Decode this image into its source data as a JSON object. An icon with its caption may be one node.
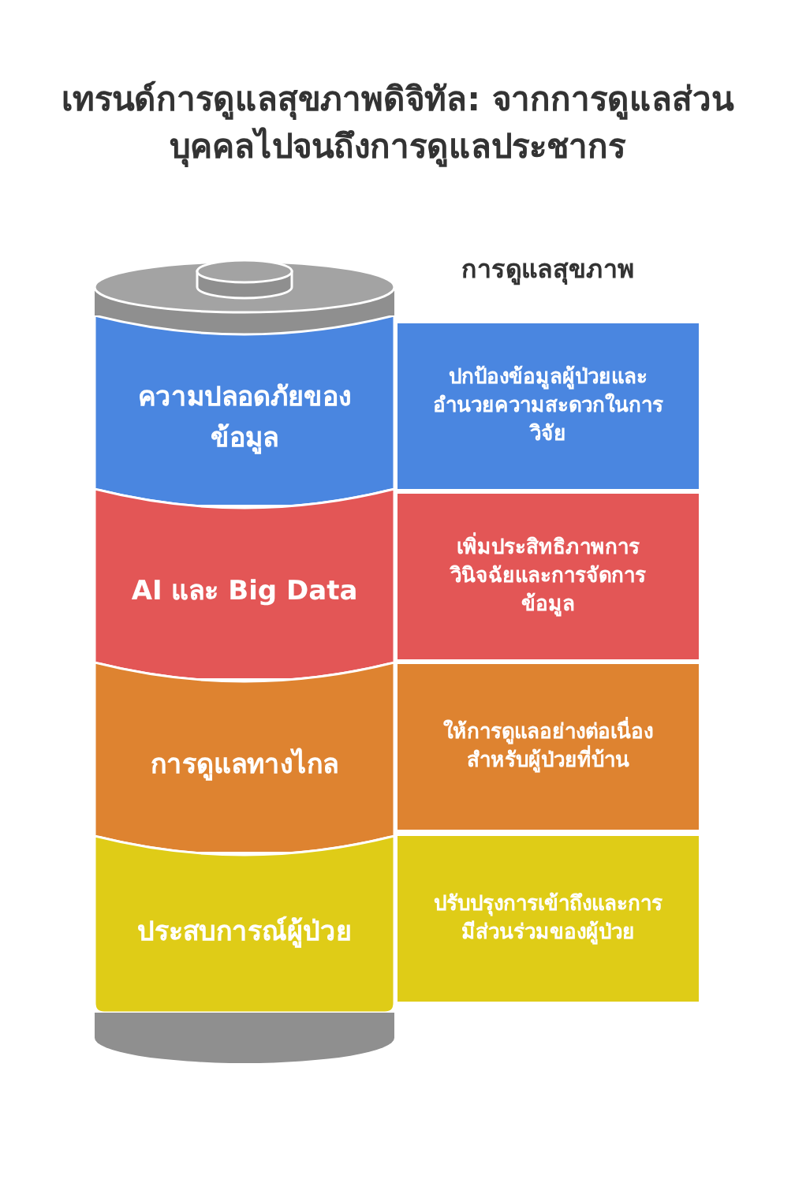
{
  "diagram": {
    "title": "เทรนด์การดูแลสุขภาพดิจิทัล: จากการดูแลส่วนบุคคลไปจนถึงการดูแลประชากร",
    "nodes": [
      {
        "text": [
          "ความปลอดภัยของข้อมูล"
        ]
      },
      {
        "text": [
          "AI และ Big Data"
        ]
      },
      {
        "text": [
          "การดูแลทางไกล"
        ]
      },
      {
        "text": [
          "ประสบการณ์ผู้ป่วย"
        ]
      },
      {
        "text": [
          "ปกป้องข้อมูลผู้ป่วยและอำนวยความสะดวกในการวิจัย"
        ]
      },
      {
        "text": [
          "เพิ่มประสิทธิภาพการวินิจฉัยและการจัดการข้อมูล"
        ]
      },
      {
        "text": [
          "ให้การดูแลอย่างต่อเนื่องสำหรับผู้ป่วยที่บ้าน"
        ]
      },
      {
        "text": [
          "ปรับปรุงการเข้าถึงและการมีส่วนร่วมของผู้ป่วย"
        ]
      }
    ],
    "labels": [
      "การดูแลสุขภาพ"
    ]
  }
}
